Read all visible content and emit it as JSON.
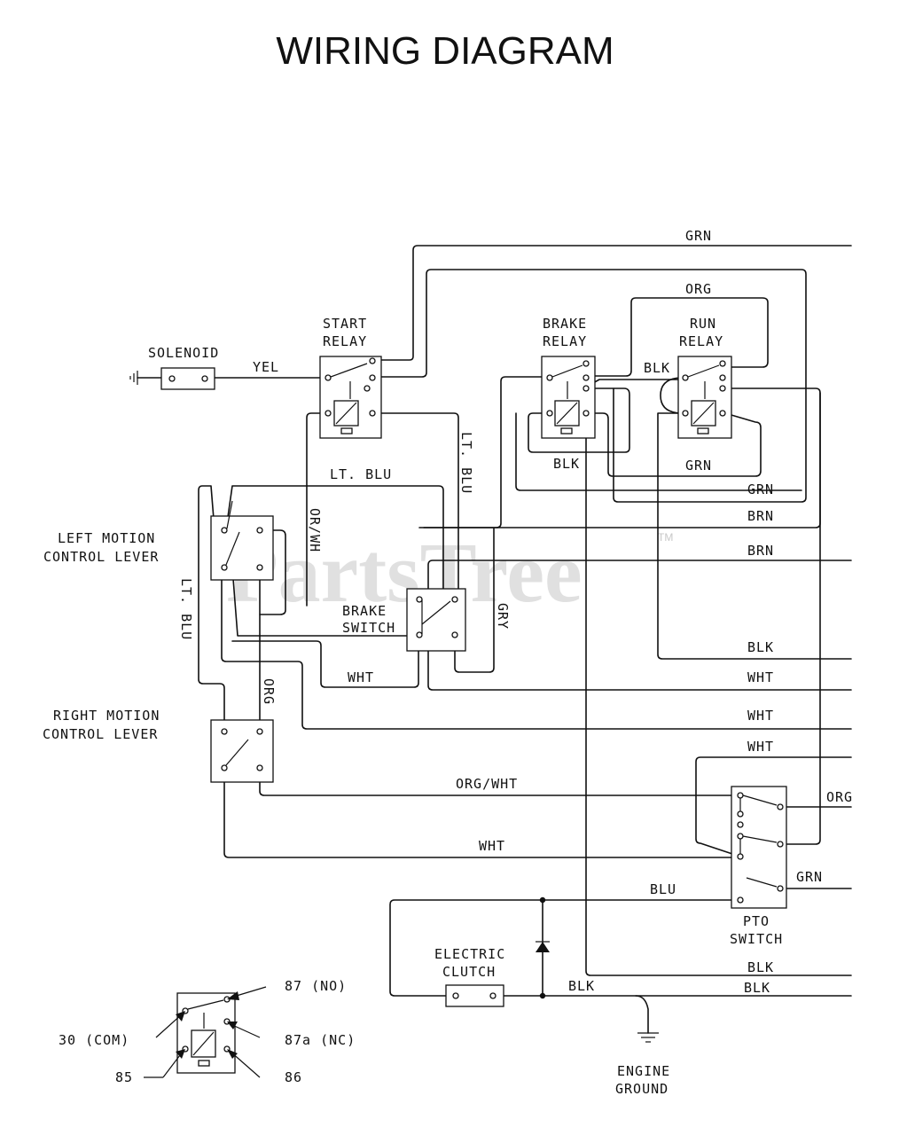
{
  "title": "WIRING DIAGRAM",
  "watermark": {
    "text": "PartsTree",
    "tm": "TM"
  },
  "components": {
    "solenoid": "SOLENOID",
    "start_relay": [
      "START",
      "RELAY"
    ],
    "brake_relay": [
      "BRAKE",
      "RELAY"
    ],
    "run_relay": [
      "RUN",
      "RELAY"
    ],
    "left_motion": [
      "LEFT MOTION",
      "CONTROL LEVER"
    ],
    "right_motion": [
      "RIGHT MOTION",
      "CONTROL LEVER"
    ],
    "brake_switch": [
      "BRAKE",
      "SWITCH"
    ],
    "pto_switch": [
      "PTO",
      "SWITCH"
    ],
    "electric_clutch": [
      "ELECTRIC",
      "CLUTCH"
    ],
    "engine_ground": [
      "ENGINE",
      "GROUND"
    ]
  },
  "wires": {
    "grn_top": "GRN",
    "org_top": "ORG",
    "yel": "YEL",
    "blk_relays": "BLK",
    "lt_blu_vert": "LT. BLU",
    "blk_under": "BLK",
    "grn_under": "GRN",
    "lt_blu_horiz": "LT. BLU",
    "grn_right": "GRN",
    "brn1": "BRN",
    "or_wh": "OR/WH",
    "brn2": "BRN",
    "lt_blu_left": "LT. BLU",
    "gry": "GRY",
    "blk_right": "BLK",
    "wht_brake": "WHT",
    "wht1": "WHT",
    "org_vert": "ORG",
    "wht2": "WHT",
    "wht3": "WHT",
    "org_wht": "ORG/WHT",
    "org_pto": "ORG",
    "wht_low": "WHT",
    "grn_pto": "GRN",
    "blu": "BLU",
    "blk_low1": "BLK",
    "blk_clutch": "BLK",
    "blk_low2": "BLK"
  },
  "legend": {
    "pin87": "87 (NO)",
    "pin30": "30 (COM)",
    "pin87a": "87a (NC)",
    "pin85": "85",
    "pin86": "86"
  }
}
